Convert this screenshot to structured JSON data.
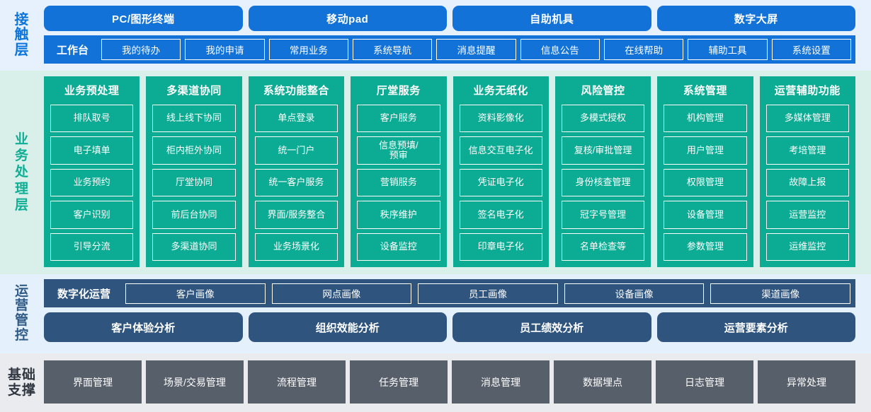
{
  "layers": [
    {
      "id": "contact",
      "label_chars": [
        "接",
        "触",
        "层"
      ],
      "channels": [
        "PC/图形终端",
        "移动pad",
        "自助机具",
        "数字大屏"
      ],
      "workbench": {
        "title": "工作台",
        "items": [
          "我的待办",
          "我的申请",
          "常用业务",
          "系统导航",
          "消息提醒",
          "信息公告",
          "在线帮助",
          "辅助工具",
          "系统设置"
        ]
      },
      "colors": {
        "background": "#e6f1fd",
        "accent": "#1272d8",
        "label": "#0b74dd"
      }
    },
    {
      "id": "business",
      "label_chars": [
        "业",
        "务",
        "处",
        "理",
        "层"
      ],
      "columns": [
        {
          "title": "业务预处理",
          "items": [
            "排队取号",
            "电子填单",
            "业务预约",
            "客户识别",
            "引导分流"
          ]
        },
        {
          "title": "多渠道协同",
          "items": [
            "线上线下协同",
            "柜内柜外协同",
            "厅堂协同",
            "前后台协同",
            "多渠道协同"
          ]
        },
        {
          "title": "系统功能整合",
          "items": [
            "单点登录",
            "统一门户",
            "统一客户服务",
            "界面/服务整合",
            "业务场景化"
          ]
        },
        {
          "title": "厅堂服务",
          "items": [
            "客户服务",
            "信息预填/\n预审",
            "营销服务",
            "秩序维护",
            "设备监控"
          ]
        },
        {
          "title": "业务无纸化",
          "items": [
            "资料影像化",
            "信息交互电子化",
            "凭证电子化",
            "签名电子化",
            "印章电子化"
          ]
        },
        {
          "title": "风险管控",
          "items": [
            "多模式授权",
            "复核/审批管理",
            "身份核查管理",
            "冠字号管理",
            "名单检查等"
          ]
        },
        {
          "title": "系统管理",
          "items": [
            "机构管理",
            "用户管理",
            "权限管理",
            "设备管理",
            "参数管理"
          ]
        },
        {
          "title": "运营辅助功能",
          "items": [
            "多媒体管理",
            "考培管理",
            "故障上报",
            "运营监控",
            "运维监控"
          ]
        }
      ],
      "colors": {
        "background": "#d9efe9",
        "accent": "#0cab93",
        "label": "#0fae95"
      }
    },
    {
      "id": "ops",
      "label_chars": [
        "运",
        "营",
        "管",
        "控"
      ],
      "digital_ops": {
        "title": "数字化运营",
        "items": [
          "客户画像",
          "网点画像",
          "员工画像",
          "设备画像",
          "渠道画像"
        ]
      },
      "analysis": [
        "客户体验分析",
        "组织效能分析",
        "员工绩效分析",
        "运营要素分析"
      ],
      "colors": {
        "background": "#e4f0fb",
        "accent": "#2f557f",
        "label": "#2f5b86"
      }
    },
    {
      "id": "base",
      "label_chars": [
        "基础",
        "支撑"
      ],
      "items": [
        "界面管理",
        "场景/交易管理",
        "流程管理",
        "任务管理",
        "消息管理",
        "数据埋点",
        "日志管理",
        "异常处理"
      ],
      "colors": {
        "background": "#e9ebee",
        "accent": "#575f6b",
        "label": "#2f3640"
      }
    }
  ]
}
